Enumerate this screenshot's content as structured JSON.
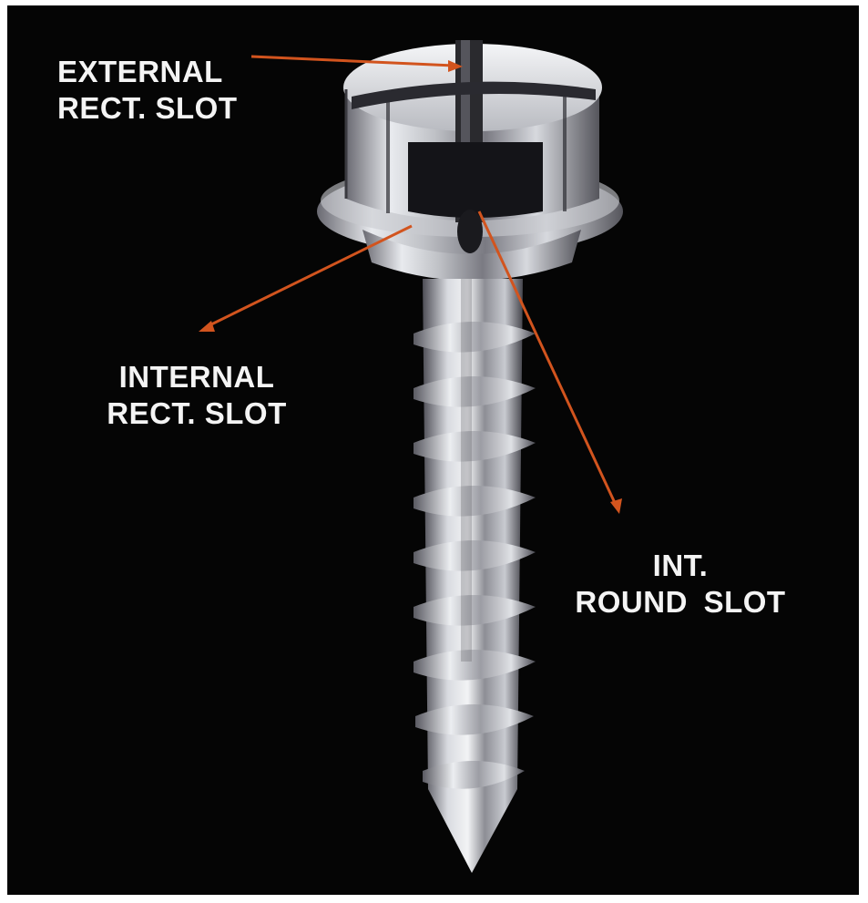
{
  "colors": {
    "background": "#050505",
    "label_text": "#f4f4f4",
    "arrow": "#d2541e",
    "metal_light": "#eef0f2",
    "metal_dark": "#5c5c64"
  },
  "callouts": {
    "external": {
      "line1": "EXTERNAL",
      "line2": "RECT. SLOT"
    },
    "internal": {
      "line1": "INTERNAL",
      "line2": "RECT. SLOT"
    },
    "round": {
      "line1": "INT.",
      "line2": "ROUND  SLOT"
    }
  },
  "illustration": {
    "subject": "hex-washer-head-screw"
  }
}
